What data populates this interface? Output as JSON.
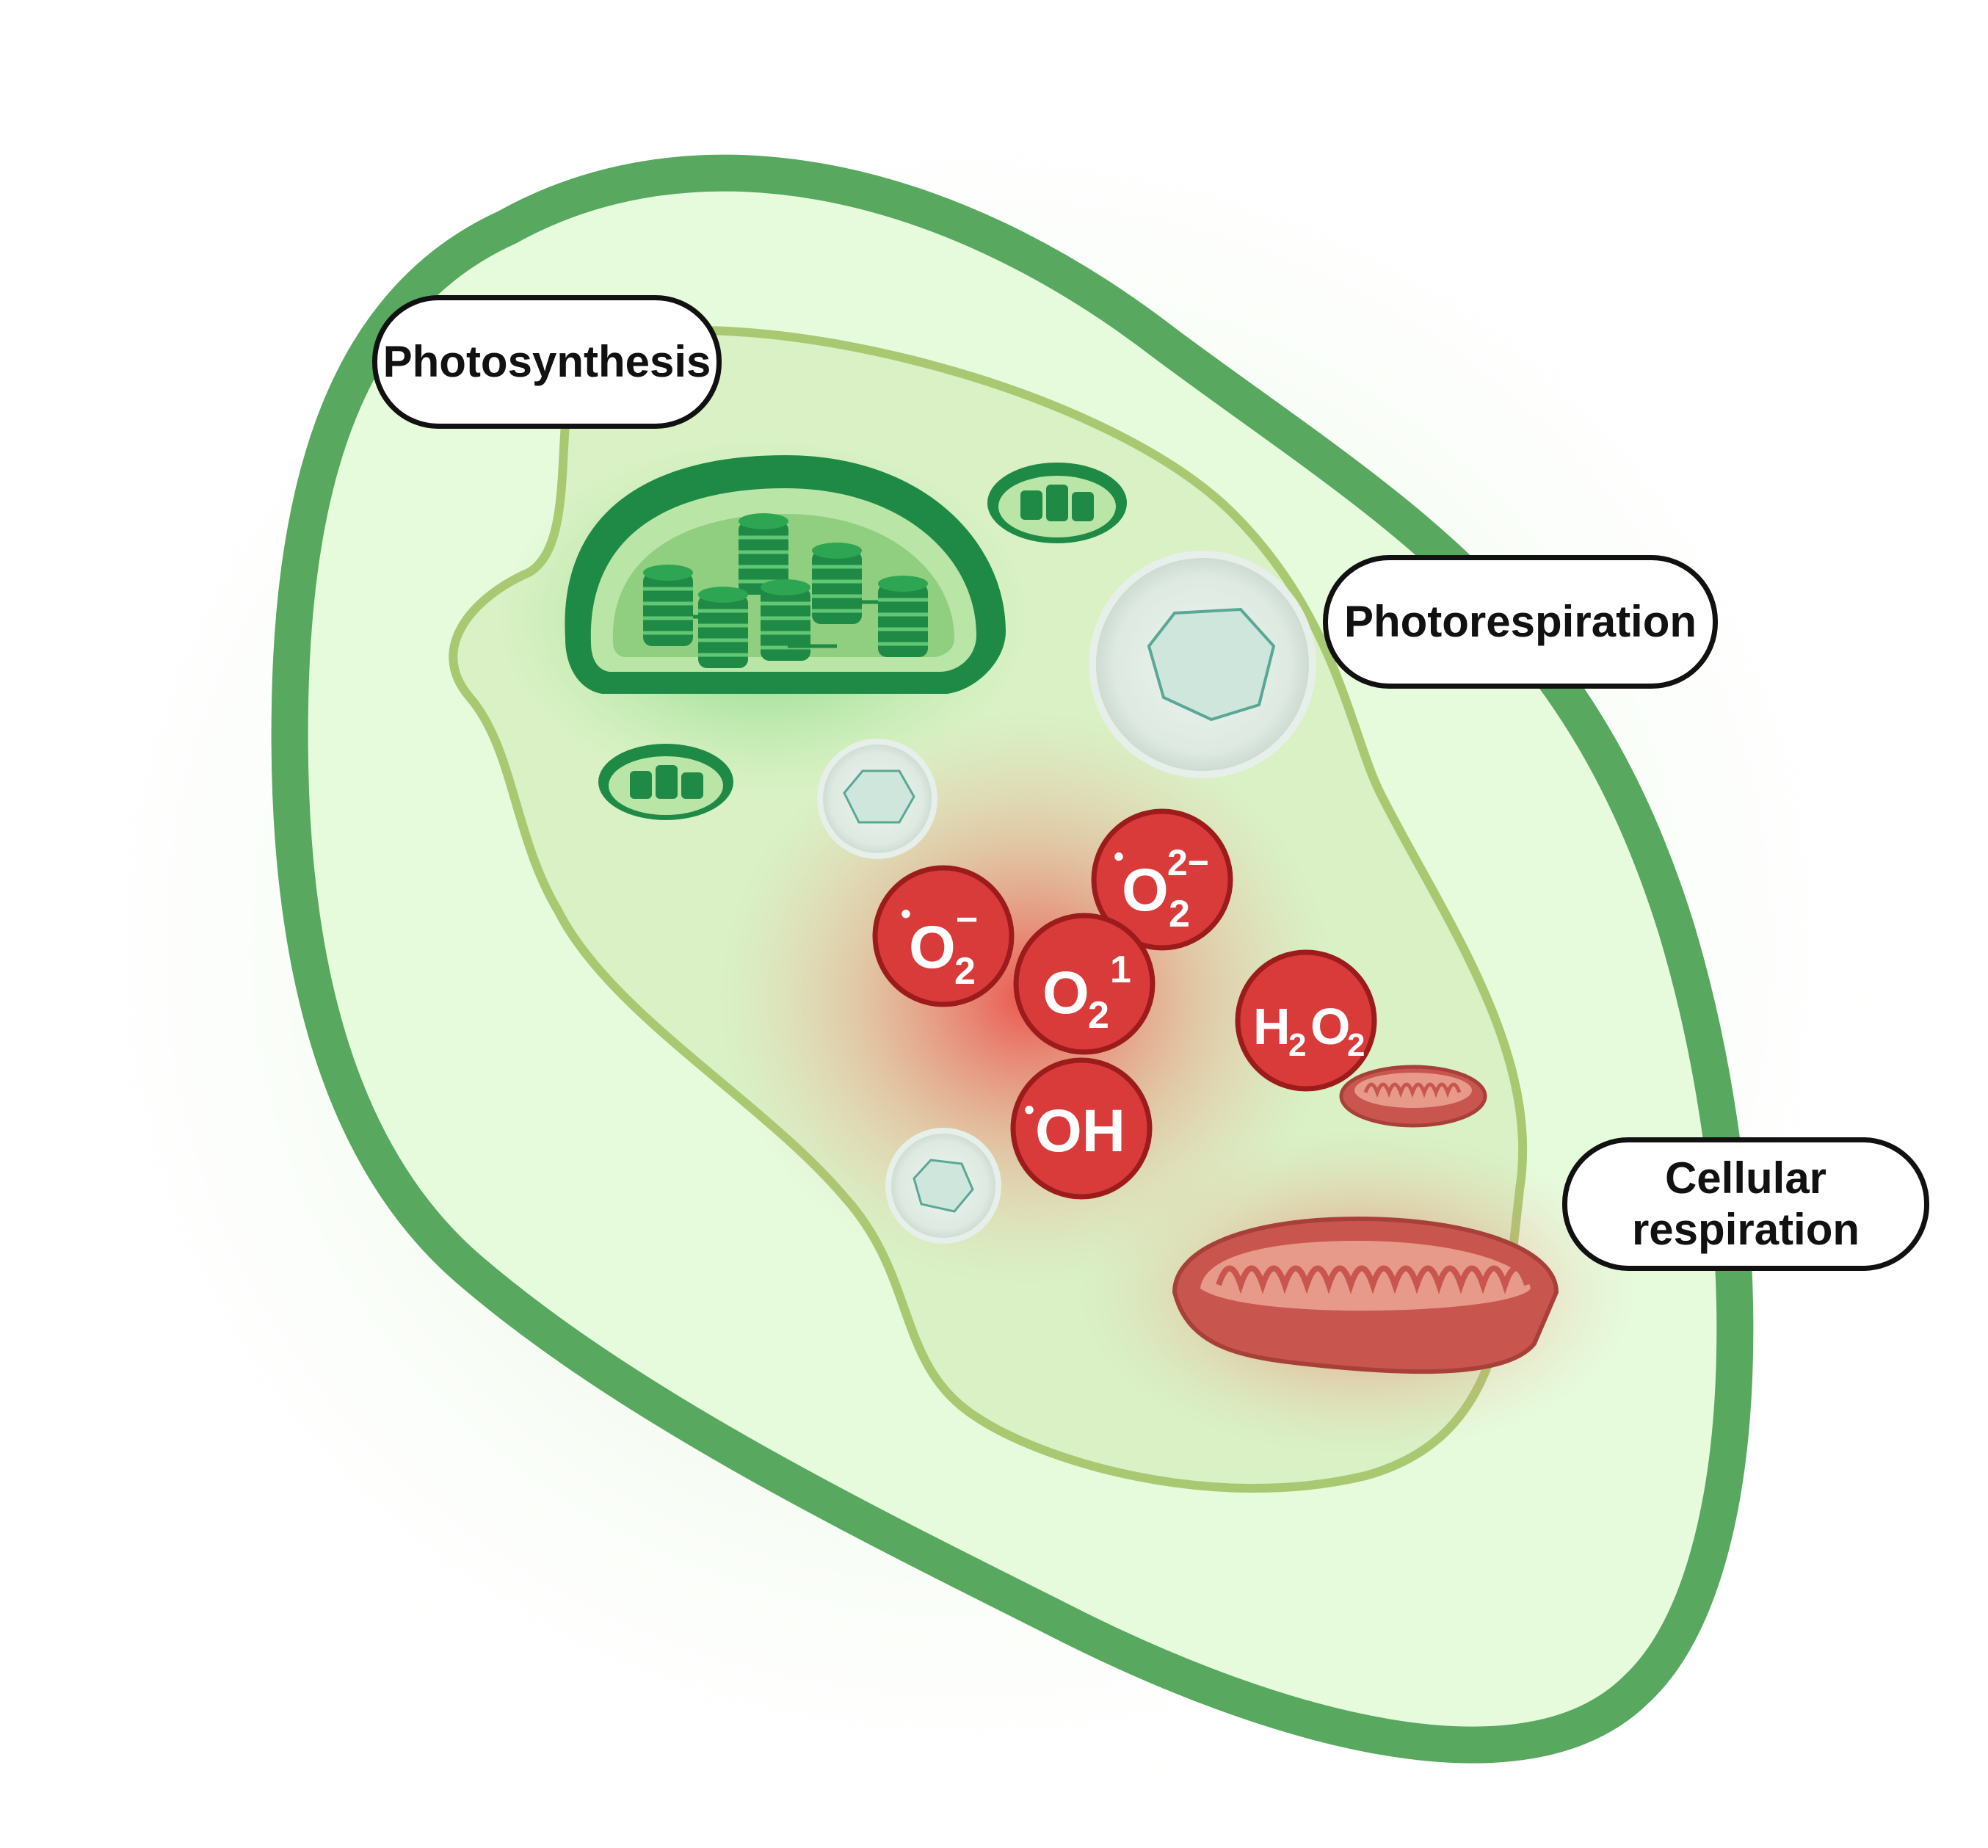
{
  "labels": {
    "photosynthesis": "Photosynthesis",
    "photorespiration": "Photorespiration",
    "cellular_respiration_line1": "Cellular",
    "cellular_respiration_line2": "respiration"
  },
  "ros": {
    "superoxide": {
      "base": "O",
      "sub": "2",
      "sup": "−",
      "radical": "•"
    },
    "peroxide": {
      "base": "O",
      "sub": "2",
      "sup": "2−",
      "radical": "•"
    },
    "singlet_oxygen": {
      "base": "O",
      "sub": "2",
      "sup": "1"
    },
    "hydroxyl": {
      "base": "OH",
      "radical": "•"
    },
    "hydrogen_peroxide": {
      "h": "H",
      "sub1": "2",
      "o": "O",
      "sub2": "2"
    }
  },
  "colors": {
    "cell_wall": "#58a85f",
    "cytoplasm": "#e6fbdc",
    "vacuole": "#d8efc4",
    "chloroplast": "#1f8a46",
    "ros_fill": "#d93a3a",
    "mitochondrion": "#c9564e",
    "peroxisome": "#dbe8df"
  }
}
